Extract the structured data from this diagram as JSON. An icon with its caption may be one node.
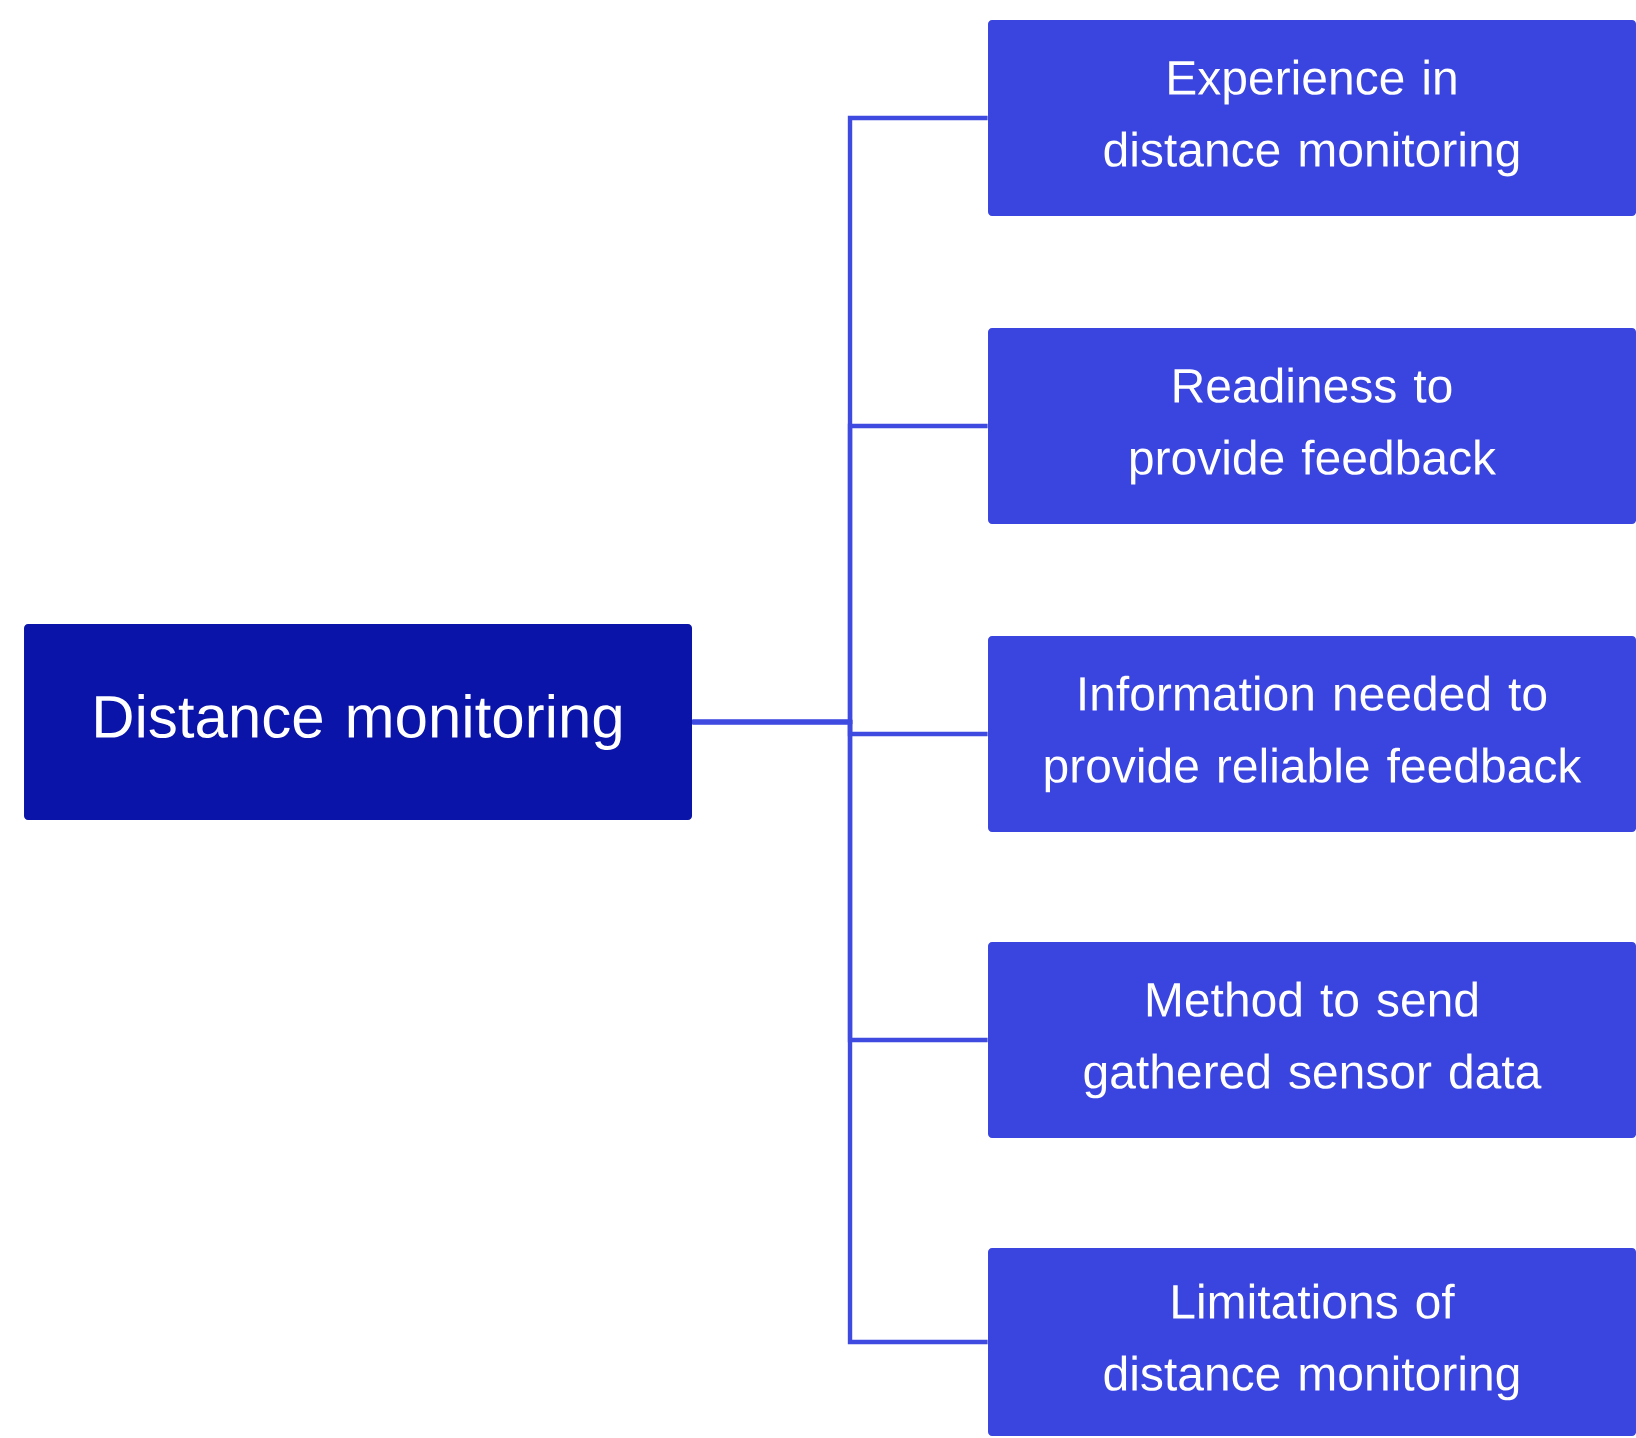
{
  "diagram": {
    "nodes": [
      {
        "text": [
          "Distance monitoring"
        ]
      },
      {
        "text": [
          "Experience in distance monitoring"
        ]
      },
      {
        "text": [
          "Readiness to provide feedback"
        ]
      },
      {
        "text": [
          "Information needed to provide reliable feedback"
        ]
      },
      {
        "text": [
          "Method to send gathered sensor data"
        ]
      },
      {
        "text": [
          "Limitations of distance monitoring"
        ]
      }
    ],
    "edges": [
      {
        "from": 0,
        "to": 1,
        "arrow": "none"
      },
      {
        "from": 0,
        "to": 2,
        "arrow": "none"
      },
      {
        "from": 0,
        "to": 3,
        "arrow": "none"
      },
      {
        "from": 0,
        "to": 4,
        "arrow": "none"
      },
      {
        "from": 0,
        "to": 5,
        "arrow": "none"
      }
    ]
  }
}
